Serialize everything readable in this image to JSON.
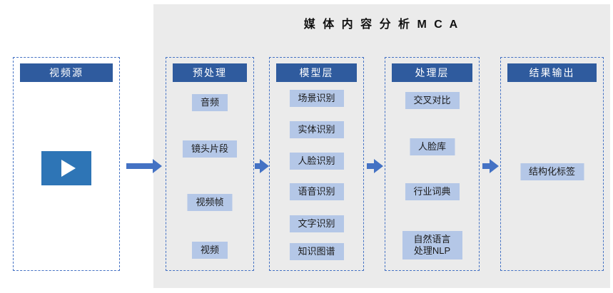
{
  "title": "媒 体 内 容 分 析 M C A",
  "columns": [
    {
      "header": "视频源",
      "items": []
    },
    {
      "header": "预处理",
      "items": [
        "音频",
        "镜头片段",
        "视频帧",
        "视频"
      ]
    },
    {
      "header": "模型层",
      "items": [
        "场景识别",
        "实体识别",
        "人脸识别",
        "语音识别",
        "文字识别",
        "知识图谱"
      ]
    },
    {
      "header": "处理层",
      "items": [
        "交叉对比",
        "人脸库",
        "行业词典",
        "自然语言处理NLP"
      ]
    },
    {
      "header": "结果输出",
      "items": [
        "结构化标签"
      ]
    }
  ],
  "icons": {
    "play": "play-icon",
    "arrows": [
      "arrow-right-icon",
      "arrow-right-icon",
      "arrow-right-icon",
      "arrow-right-icon"
    ]
  },
  "colors": {
    "header_bg": "#2f5b9e",
    "chip_bg": "#b4c7e7",
    "border": "#4472c4",
    "arrow": "#4472c4",
    "panel_bg": "#ebebeb",
    "play_bg": "#2e75b6"
  }
}
